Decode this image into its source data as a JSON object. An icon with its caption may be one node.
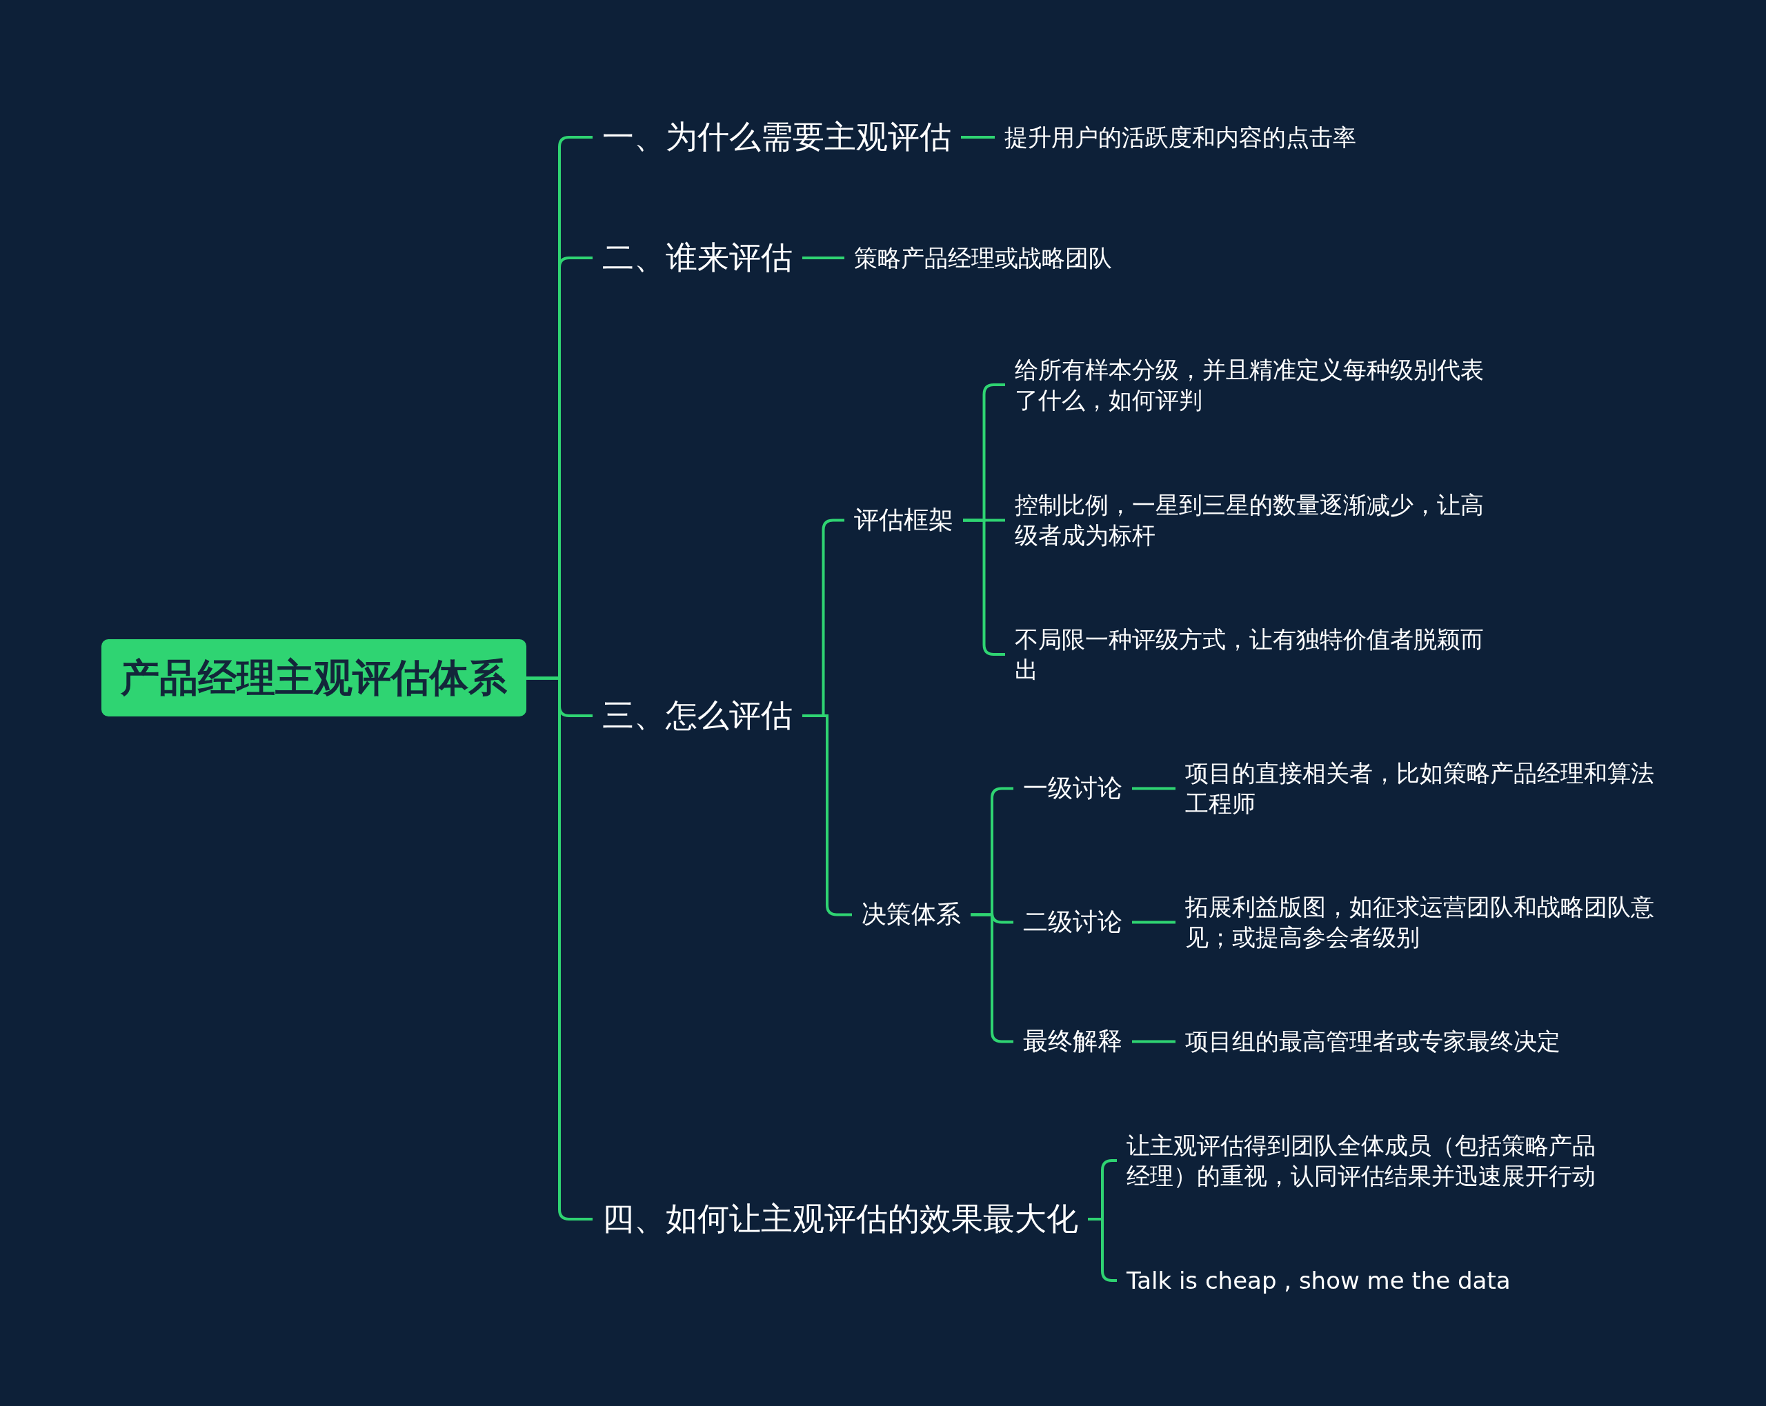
{
  "diagram": {
    "nodes": [
      {
        "text": [
          "产品经理主观评估体系"
        ]
      },
      {
        "text": [
          "一、为什么需要主观评估"
        ]
      },
      {
        "text": [
          "提升用户的活跃度和内容的点击率"
        ]
      },
      {
        "text": [
          "二、谁来评估"
        ]
      },
      {
        "text": [
          "策略产品经理或战略团队"
        ]
      },
      {
        "text": [
          "三、怎么评估"
        ]
      },
      {
        "text": [
          "评估框架"
        ]
      },
      {
        "text": [
          "给所有样本分级，并且精准定义每种级别代表了什么，如何评判"
        ]
      },
      {
        "text": [
          "控制比例，一星到三星的数量逐渐减少，让高级者成为标杆"
        ]
      },
      {
        "text": [
          "不局限一种评级方式，让有独特价值者脱颖而出"
        ]
      },
      {
        "text": [
          "决策体系"
        ]
      },
      {
        "text": [
          "一级讨论"
        ]
      },
      {
        "text": [
          "项目的直接相关者，比如策略产品经理和算法工程师"
        ]
      },
      {
        "text": [
          "二级讨论"
        ]
      },
      {
        "text": [
          "拓展利益版图，如征求运营团队和战略团队意见；或提高参会者级别"
        ]
      },
      {
        "text": [
          "最终解释"
        ]
      },
      {
        "text": [
          "项目组的最高管理者或专家最终决定"
        ]
      },
      {
        "text": [
          "四、如何让主观评估的效果最大化"
        ]
      },
      {
        "text": [
          "让主观评估得到团队全体成员（包括策略产品经理）的重视，认同评估结果并迅速展开行动"
        ]
      },
      {
        "text": [
          "Talk is cheap , show me the data"
        ]
      }
    ],
    "edges": [
      {
        "from": 0,
        "to": 1,
        "arrow": "none"
      },
      {
        "from": 0,
        "to": 3,
        "arrow": "none"
      },
      {
        "from": 0,
        "to": 5,
        "arrow": "none"
      },
      {
        "from": 0,
        "to": 17,
        "arrow": "none"
      },
      {
        "from": 1,
        "to": 2,
        "arrow": "none"
      },
      {
        "from": 3,
        "to": 4,
        "arrow": "none"
      },
      {
        "from": 5,
        "to": 6,
        "arrow": "none"
      },
      {
        "from": 5,
        "to": 10,
        "arrow": "none"
      },
      {
        "from": 6,
        "to": 7,
        "arrow": "none"
      },
      {
        "from": 6,
        "to": 8,
        "arrow": "none"
      },
      {
        "from": 6,
        "to": 9,
        "arrow": "none"
      },
      {
        "from": 10,
        "to": 11,
        "arrow": "none"
      },
      {
        "from": 10,
        "to": 13,
        "arrow": "none"
      },
      {
        "from": 10,
        "to": 15,
        "arrow": "none"
      },
      {
        "from": 11,
        "to": 12,
        "arrow": "none"
      },
      {
        "from": 13,
        "to": 14,
        "arrow": "none"
      },
      {
        "from": 15,
        "to": 16,
        "arrow": "none"
      },
      {
        "from": 17,
        "to": 18,
        "arrow": "none"
      },
      {
        "from": 17,
        "to": 19,
        "arrow": "none"
      }
    ]
  }
}
